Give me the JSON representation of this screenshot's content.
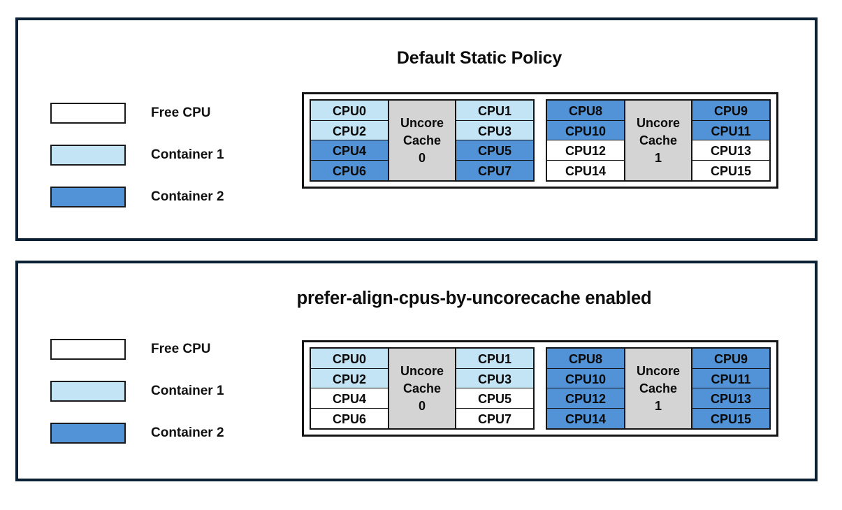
{
  "legend": {
    "items": [
      {
        "label": "Free CPU",
        "color": "#ffffff"
      },
      {
        "label": "Container 1",
        "color": "#C3E4F5"
      },
      {
        "label": "Container 2",
        "color": "#5193D6"
      }
    ]
  },
  "colors": {
    "free": "#ffffff",
    "container1": "#C3E4F5",
    "container2": "#5193D6",
    "uncore_cache": "#D4D4D4",
    "panel_border": "#0B2034",
    "cell_border": "#141414"
  },
  "panels": [
    {
      "id": "default-static-policy",
      "title": "Default Static Policy",
      "sockets": [
        {
          "uncore_label_lines": [
            "Uncore",
            "Cache",
            "0"
          ],
          "left_column": [
            {
              "label": "CPU0",
              "state": "container1"
            },
            {
              "label": "CPU2",
              "state": "container1"
            },
            {
              "label": "CPU4",
              "state": "container2"
            },
            {
              "label": "CPU6",
              "state": "container2"
            }
          ],
          "right_column": [
            {
              "label": "CPU1",
              "state": "container1"
            },
            {
              "label": "CPU3",
              "state": "container1"
            },
            {
              "label": "CPU5",
              "state": "container2"
            },
            {
              "label": "CPU7",
              "state": "container2"
            }
          ]
        },
        {
          "uncore_label_lines": [
            "Uncore",
            "Cache",
            "1"
          ],
          "left_column": [
            {
              "label": "CPU8",
              "state": "container2"
            },
            {
              "label": "CPU10",
              "state": "container2"
            },
            {
              "label": "CPU12",
              "state": "free"
            },
            {
              "label": "CPU14",
              "state": "free"
            }
          ],
          "right_column": [
            {
              "label": "CPU9",
              "state": "container2"
            },
            {
              "label": "CPU11",
              "state": "container2"
            },
            {
              "label": "CPU13",
              "state": "free"
            },
            {
              "label": "CPU15",
              "state": "free"
            }
          ]
        }
      ]
    },
    {
      "id": "prefer-align-cpus-by-uncorecache-enabled",
      "title": "prefer-align-cpus-by-uncorecache enabled",
      "sockets": [
        {
          "uncore_label_lines": [
            "Uncore",
            "Cache",
            "0"
          ],
          "left_column": [
            {
              "label": "CPU0",
              "state": "container1"
            },
            {
              "label": "CPU2",
              "state": "container1"
            },
            {
              "label": "CPU4",
              "state": "free"
            },
            {
              "label": "CPU6",
              "state": "free"
            }
          ],
          "right_column": [
            {
              "label": "CPU1",
              "state": "container1"
            },
            {
              "label": "CPU3",
              "state": "container1"
            },
            {
              "label": "CPU5",
              "state": "free"
            },
            {
              "label": "CPU7",
              "state": "free"
            }
          ]
        },
        {
          "uncore_label_lines": [
            "Uncore",
            "Cache",
            "1"
          ],
          "left_column": [
            {
              "label": "CPU8",
              "state": "container2"
            },
            {
              "label": "CPU10",
              "state": "container2"
            },
            {
              "label": "CPU12",
              "state": "container2"
            },
            {
              "label": "CPU14",
              "state": "container2"
            }
          ],
          "right_column": [
            {
              "label": "CPU9",
              "state": "container2"
            },
            {
              "label": "CPU11",
              "state": "container2"
            },
            {
              "label": "CPU13",
              "state": "container2"
            },
            {
              "label": "CPU15",
              "state": "container2"
            }
          ]
        }
      ]
    }
  ]
}
